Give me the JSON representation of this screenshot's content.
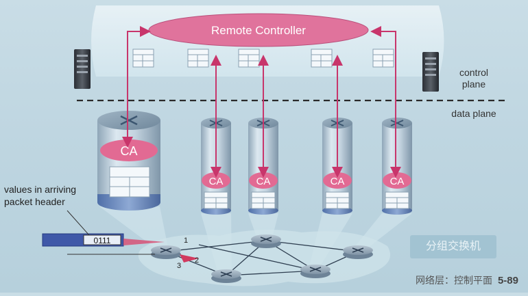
{
  "remote_controller": {
    "label": "Remote Controller"
  },
  "plane_labels": {
    "control": "control plane",
    "data": "data plane"
  },
  "ca_label": "CA",
  "packet": {
    "caption": "values in arriving packet header",
    "value": "0111"
  },
  "link_numbers": [
    "1",
    "2",
    "3"
  ],
  "packet_switch_label": "分组交换机",
  "footer": {
    "title": "网络层：控制平面",
    "page": "5-89"
  },
  "colors": {
    "controller": "#e0739c",
    "ca": "#e26a93",
    "arrow": "#c8356b",
    "dashed_line": "#2a2a2a"
  }
}
